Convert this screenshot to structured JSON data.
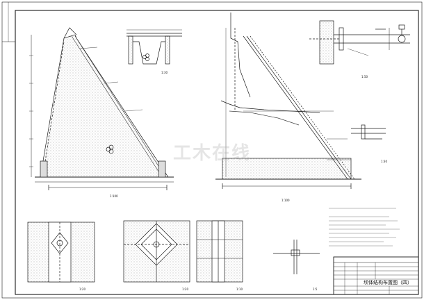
{
  "drawing": {
    "watermark": "工木在线",
    "title_block": {
      "project": "",
      "drawing_name": "坝体结构布置图（四）"
    },
    "views": [
      {
        "id": "left_section",
        "title": "",
        "scale": "1:100"
      },
      {
        "id": "top_detail",
        "title": "",
        "scale": "1:30"
      },
      {
        "id": "right_section",
        "title": "",
        "scale": "1:100"
      },
      {
        "id": "pipe_detail",
        "title": "",
        "scale": "1:50"
      },
      {
        "id": "small_detail",
        "title": "",
        "scale": "1:30"
      },
      {
        "id": "detail_1",
        "title": "",
        "scale": "1:20"
      },
      {
        "id": "detail_2",
        "title": "",
        "scale": "1:20"
      },
      {
        "id": "detail_3",
        "title": "",
        "scale": "1:10"
      },
      {
        "id": "detail_4",
        "title": "",
        "scale": "1:5"
      }
    ],
    "notes_title": "",
    "colors": {
      "line": "#1a1a1a",
      "light_line": "#6a6a6a",
      "hatch": "#9a9a9a",
      "paper": "#ffffff"
    }
  }
}
